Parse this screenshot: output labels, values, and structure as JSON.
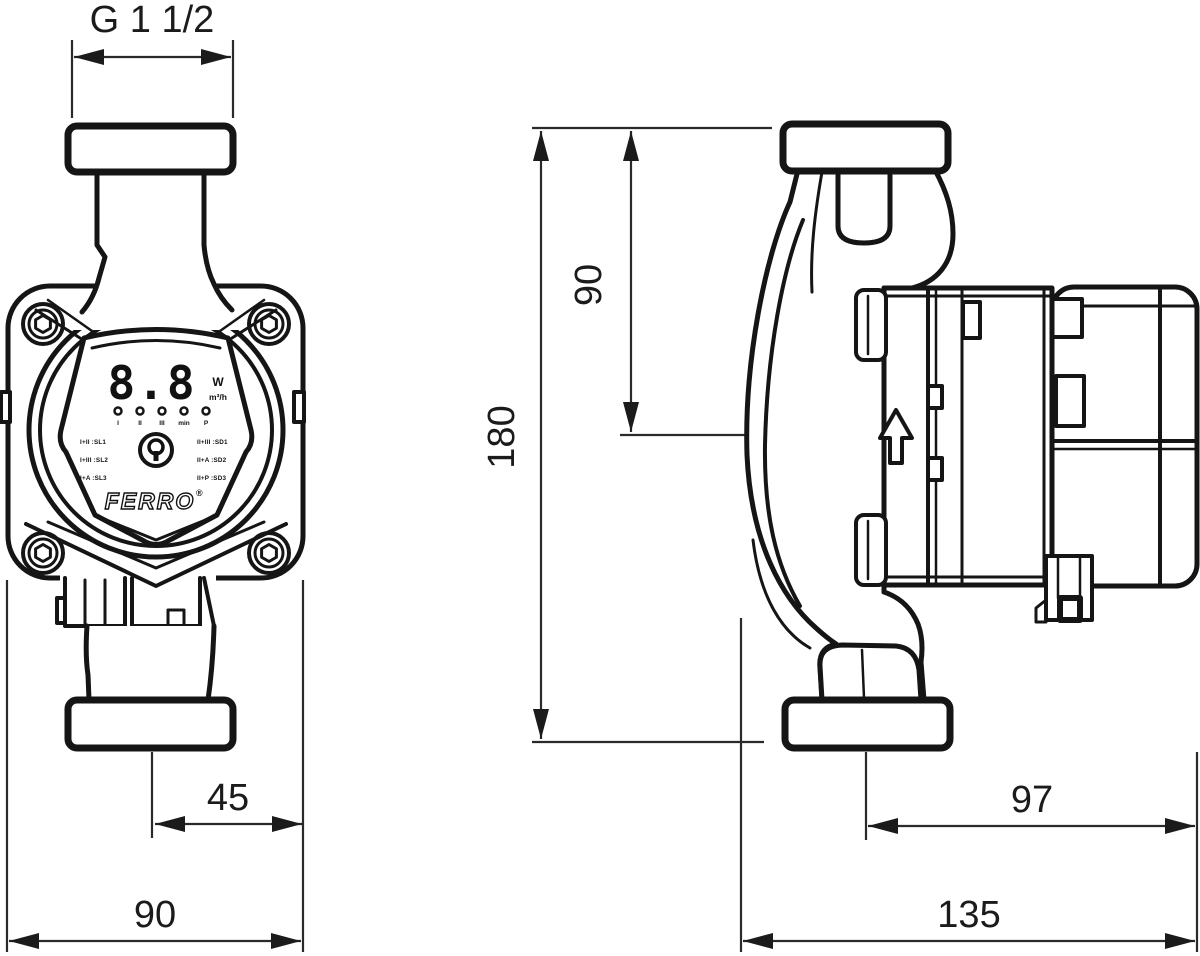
{
  "page": {
    "background": "#ffffff",
    "line_color": "#151515",
    "description": "Technical dimensional drawing of FERRO circulation pump, front and side views"
  },
  "front_view": {
    "display": {
      "value": "8.8",
      "unit_top": "W",
      "unit_bottom": "m³/h"
    },
    "led_labels": [
      "I",
      "II",
      "III",
      "min",
      "P"
    ],
    "mode_legend_left": [
      "I+II :SL1",
      "I+III :SL2",
      "I+A :SL3"
    ],
    "mode_legend_right": [
      "II+III :SD1",
      "II+A :SD2",
      "II+P :SD3"
    ],
    "brand": "FERRO",
    "brand_mark": "®"
  },
  "dimensions": {
    "thread": "G 1 1/2",
    "port_offset": "45",
    "body_width": "90",
    "total_height": "180",
    "upper_height": "90",
    "depth_from_axis": "97",
    "total_depth": "135"
  }
}
